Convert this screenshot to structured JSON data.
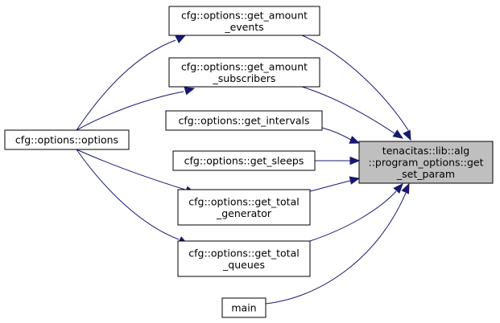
{
  "colors": {
    "node_fill": "#ffffff",
    "focus_fill": "#bfbfbf",
    "node_border": "#000000",
    "edge": "#191970"
  },
  "nodes": {
    "get_amount_events": [
      "cfg::options::get_amount",
      "_events"
    ],
    "get_amount_subscribers": [
      "cfg::options::get_amount",
      "_subscribers"
    ],
    "get_intervals": [
      "cfg::options::get_intervals"
    ],
    "options": [
      "cfg::options::options"
    ],
    "get_sleeps": [
      "cfg::options::get_sleeps"
    ],
    "get_total_generator": [
      "cfg::options::get_total",
      "_generator"
    ],
    "get_total_queues": [
      "cfg::options::get_total",
      "_queues"
    ],
    "main": [
      "main"
    ],
    "get_set_param": [
      "tenacitas::lib::alg",
      "::program_options::get",
      "_set_param"
    ]
  }
}
